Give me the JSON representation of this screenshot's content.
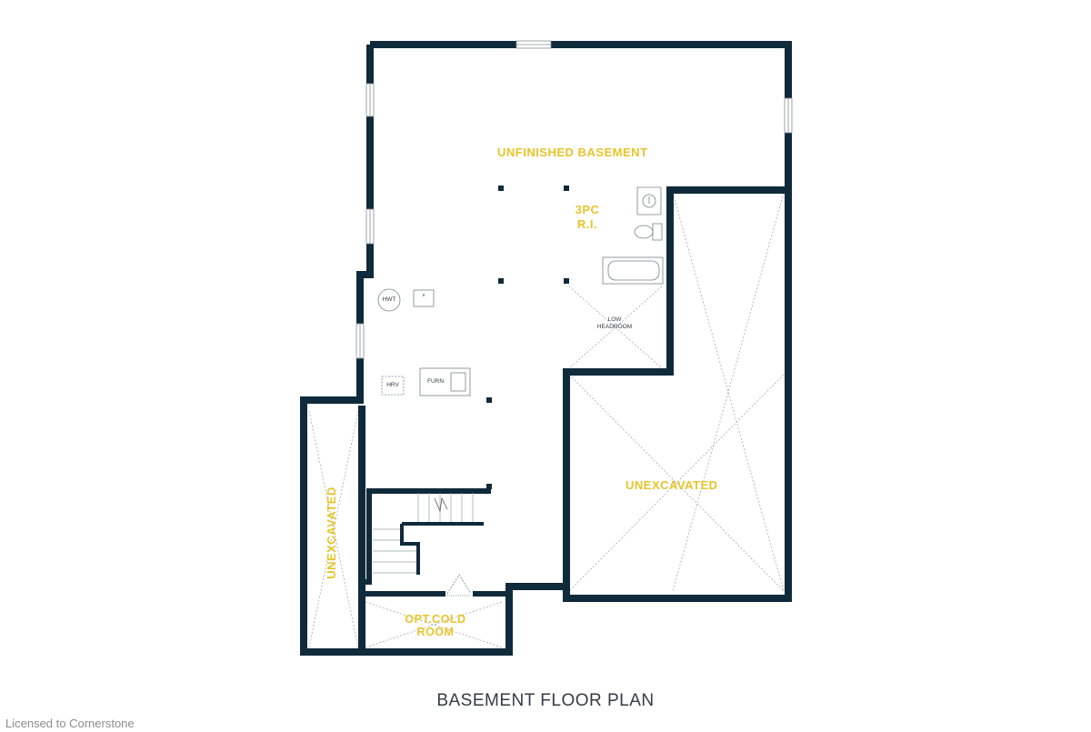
{
  "rooms": {
    "unfinished_basement": "UNFINISHED BASEMENT",
    "bath_rough_in_line1": "3PC",
    "bath_rough_in_line2": "R.I.",
    "unexcavated_right": "UNEXCAVATED",
    "unexcavated_left": "UNEXCAVATED",
    "cold_room_line1": "OPT.COLD",
    "cold_room_line2": "ROOM"
  },
  "fixtures": {
    "low_headroom_line1": "LOW",
    "low_headroom_line2": "HEADROOM",
    "hot_water_tank": "HWT",
    "hrv": "HRV",
    "furnace": "FURN"
  },
  "plan_title": "BASEMENT FLOOR PLAN",
  "watermark": "Licensed to Cornerstone",
  "colors": {
    "wall": "#0f2a3b",
    "room_label": "#e8c42a",
    "fixture_line": "#7a8288",
    "title_text": "#333c44",
    "watermark_text": "#8c8c8c"
  }
}
